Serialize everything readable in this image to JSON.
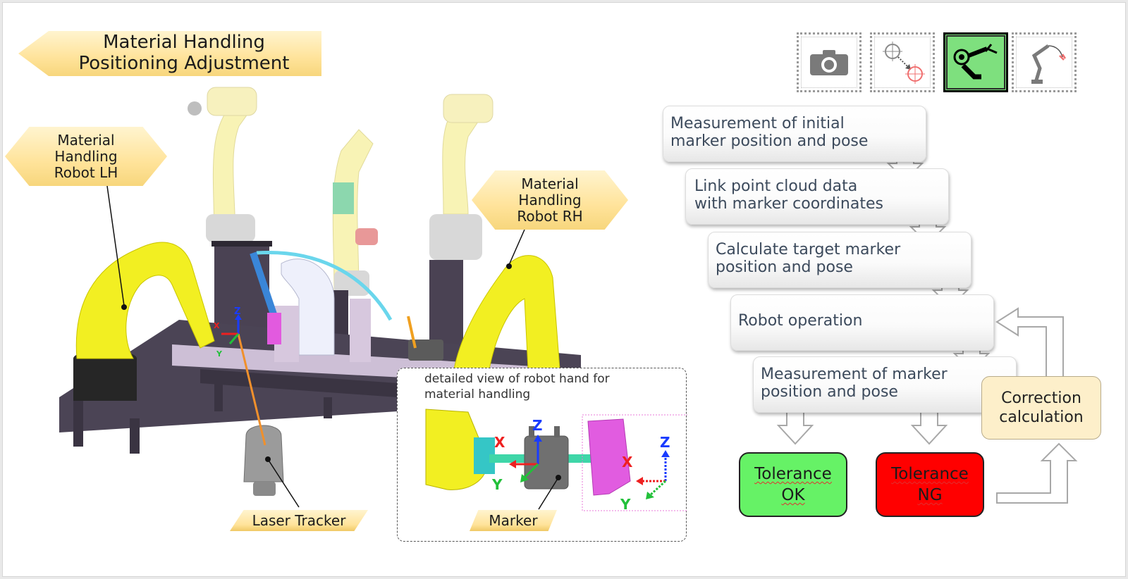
{
  "title": {
    "line1": "Material Handling",
    "line2": "Positioning Adjustment"
  },
  "callouts": {
    "robot_lh": {
      "line1": "Material",
      "line2": "Handling",
      "line3": "Robot LH"
    },
    "robot_rh": {
      "line1": "Material",
      "line2": "Handling",
      "line3": "Robot RH"
    },
    "laser_tracker": "Laser Tracker",
    "marker": "Marker"
  },
  "detail_view": {
    "caption_line1": "detailed view of robot hand for",
    "caption_line2": "material handling",
    "axes": {
      "x": "X",
      "y": "Y",
      "z": "Z"
    }
  },
  "scene_axes": {
    "x": "X",
    "y": "Y",
    "z": "Z"
  },
  "toolbar": {
    "items": [
      {
        "icon": "camera-icon",
        "active": false
      },
      {
        "icon": "target-move-icon",
        "active": false
      },
      {
        "icon": "robot-arm-icon",
        "active": true
      },
      {
        "icon": "robot-path-icon",
        "active": false
      }
    ],
    "active_color": "#7ee07e"
  },
  "flow": {
    "steps": [
      {
        "line1": "Measurement of initial",
        "line2": "marker position and pose"
      },
      {
        "line1": "Link point cloud data",
        "line2": "with marker coordinates"
      },
      {
        "line1": "Calculate target marker",
        "line2": "position and pose"
      },
      {
        "line1": "Robot operation",
        "line2": ""
      },
      {
        "line1": "Measurement of marker",
        "line2": "position and pose"
      }
    ],
    "results": {
      "ok": {
        "line1": "Tolerance",
        "line2": "OK",
        "color": "#66f266"
      },
      "ng": {
        "line1": "Tolerance",
        "line2": "NG",
        "color": "#ff0000"
      }
    },
    "correction": {
      "line1": "Correction",
      "line2": "calculation"
    }
  }
}
